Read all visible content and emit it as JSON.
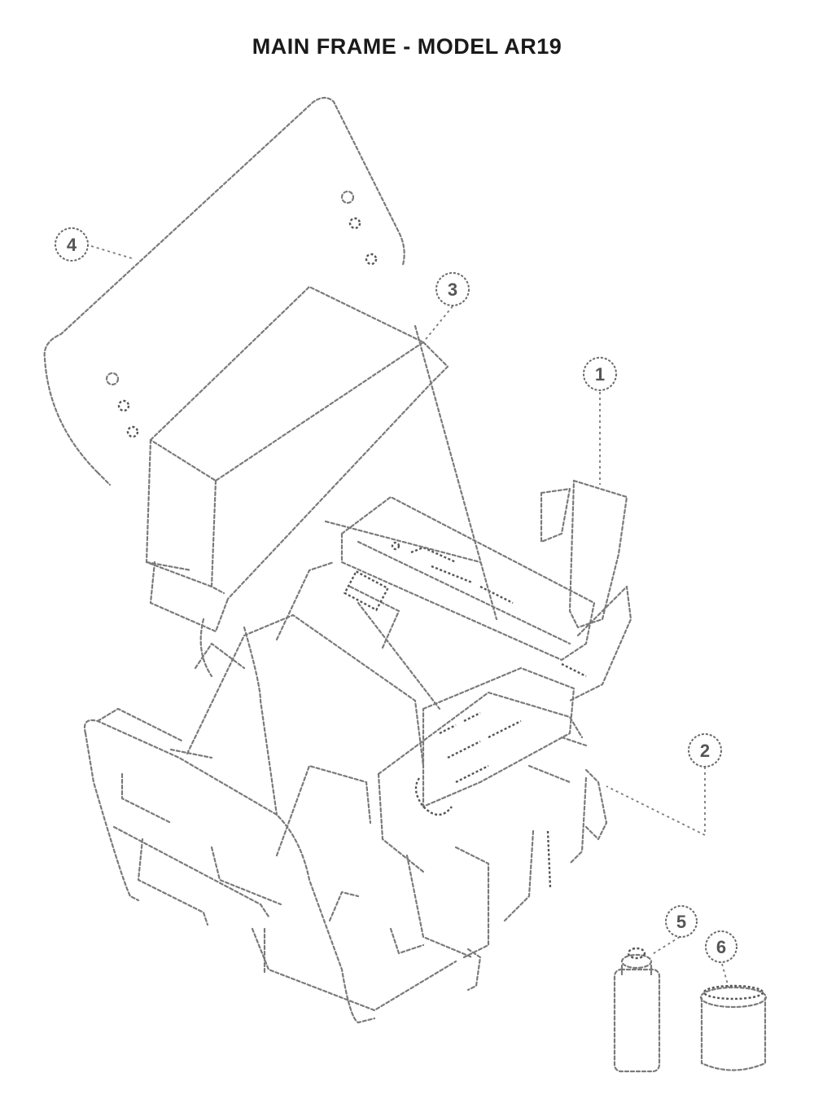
{
  "title": "MAIN FRAME - MODEL AR19",
  "callouts": [
    {
      "id": "callout-1",
      "label": "1"
    },
    {
      "id": "callout-2",
      "label": "2"
    },
    {
      "id": "callout-3",
      "label": "3"
    },
    {
      "id": "callout-4",
      "label": "4"
    },
    {
      "id": "callout-5",
      "label": "5"
    },
    {
      "id": "callout-6",
      "label": "6"
    }
  ]
}
